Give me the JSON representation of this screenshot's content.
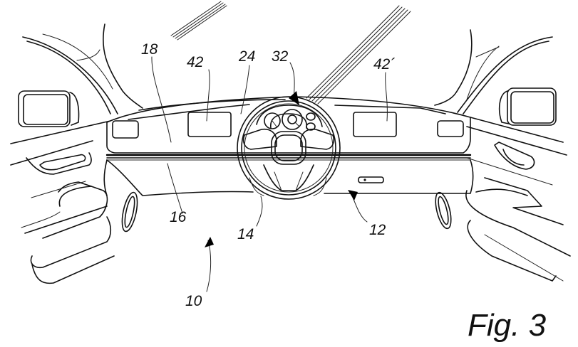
{
  "figure": {
    "caption": "Fig. 3",
    "labels": {
      "vehicle": "10",
      "dashboard": "12",
      "steering_wheel": "14",
      "rail": "16",
      "dash_panel": "18",
      "cowl": "24",
      "instrument_cluster": "32",
      "display_left": "42",
      "display_right": "42´"
    }
  }
}
